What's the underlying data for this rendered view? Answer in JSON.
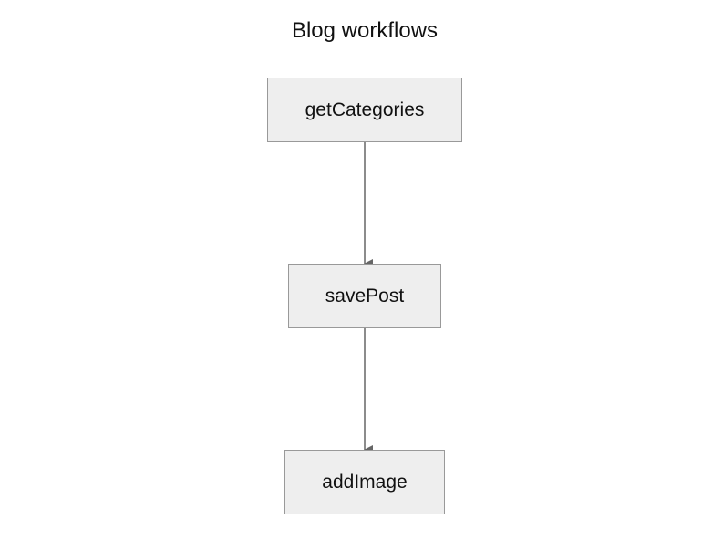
{
  "diagram": {
    "title": "Blog workflows",
    "colors": {
      "node_fill": "#eeeeee",
      "node_border": "#999999",
      "edge": "#666666",
      "text": "#111111"
    },
    "nodes": [
      {
        "id": "getCategories",
        "label": "getCategories"
      },
      {
        "id": "savePost",
        "label": "savePost"
      },
      {
        "id": "addImage",
        "label": "addImage"
      }
    ],
    "edges": [
      {
        "from": "getCategories",
        "to": "savePost"
      },
      {
        "from": "savePost",
        "to": "addImage"
      }
    ]
  }
}
